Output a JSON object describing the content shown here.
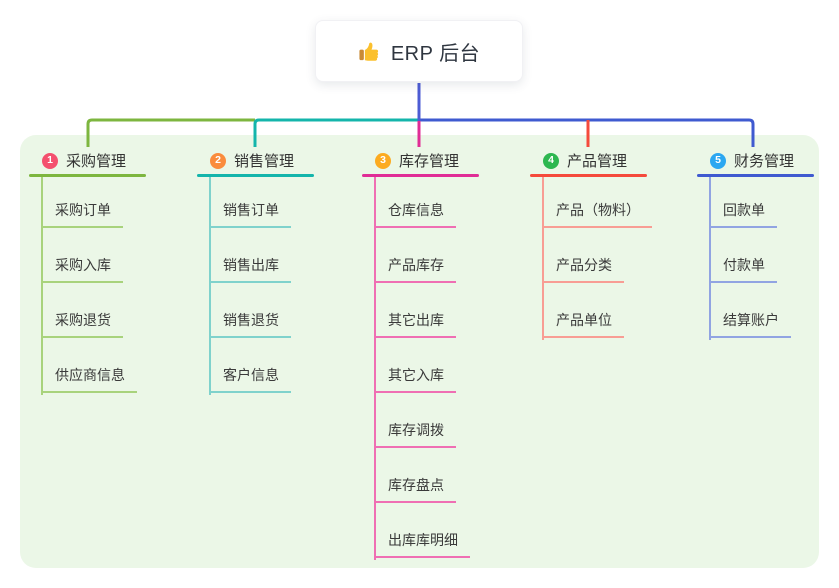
{
  "root": {
    "label": "ERP 后台",
    "icon": "thumbs-up-icon",
    "line_color": "#4d5cd4"
  },
  "panel": {
    "bg_color": "#ebf7e7"
  },
  "branches": [
    {
      "number": "1",
      "label": "采购管理",
      "badge_color": "#f4506e",
      "line_color": "#7db63f",
      "light_color": "#a8d37c",
      "children": [
        "采购订单",
        "采购入库",
        "采购退货",
        "供应商信息"
      ]
    },
    {
      "number": "2",
      "label": "销售管理",
      "badge_color": "#fa8c3d",
      "line_color": "#14b5ab",
      "light_color": "#7fd2cc",
      "children": [
        "销售订单",
        "销售出库",
        "销售退货",
        "客户信息"
      ]
    },
    {
      "number": "3",
      "label": "库存管理",
      "badge_color": "#fcab20",
      "line_color": "#e02d96",
      "light_color": "#ef6fb3",
      "children": [
        "仓库信息",
        "产品库存",
        "其它出库",
        "其它入库",
        "库存调拨",
        "库存盘点",
        "出库库明细"
      ]
    },
    {
      "number": "4",
      "label": "产品管理",
      "badge_color": "#2db750",
      "line_color": "#f54a3c",
      "light_color": "#f89d94",
      "children": [
        "产品（物料）",
        "产品分类",
        "产品单位"
      ]
    },
    {
      "number": "5",
      "label": "财务管理",
      "badge_color": "#2ba7f1",
      "line_color": "#3f5ad0",
      "light_color": "#91a4e2",
      "children": [
        "回款单",
        "付款单",
        "结算账户"
      ]
    }
  ]
}
